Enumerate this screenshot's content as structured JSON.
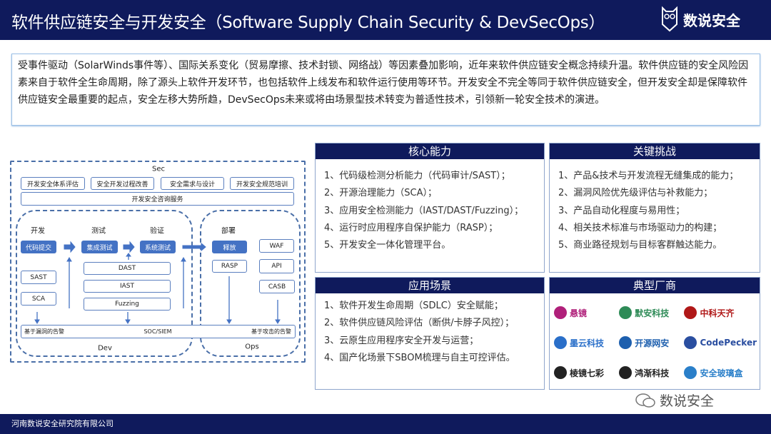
{
  "header": {
    "title": "软件供应链安全与开发安全（Software Supply Chain Security & DevSecOps）",
    "logo_text": "数说安全"
  },
  "intro": "受事件驱动（SolarWinds事件等）、国际关系变化（贸易摩擦、技术封锁、网络战）等因素叠加影响，近年来软件供应链安全概念持续升温。软件供应链的安全风险因素来自于软件全生命周期，除了源头上软件开发环节，也包括软件上线发布和软件运行使用等环节。开发安全不完全等同于软件供应链安全，但开发安全却是保障软件供应链安全最重要的起点，安全左移大势所趋，DevSecOps未来或将由场景型技术转变为普适性技术，引领新一轮安全技术的演进。",
  "diagram": {
    "sec": "Sec",
    "sec_items": [
      "开发安全体系评估",
      "安全开发过程改善",
      "安全需求与设计",
      "开发安全规范培训"
    ],
    "consult": "开发安全咨询服务",
    "stages": [
      "开发",
      "测试",
      "验证",
      "部署"
    ],
    "flow": [
      "代码提交",
      "集成测试",
      "系统测试",
      "释放"
    ],
    "ops_tools": [
      "WAF",
      "RASP",
      "API",
      "CASB"
    ],
    "static_tools": [
      "SAST",
      "SCA"
    ],
    "test_tools": [
      "DAST",
      "IAST",
      "Fuzzing"
    ],
    "bottom": {
      "left": "基于漏洞的告警",
      "center": "SOC/SIEM",
      "right": "基于攻击的告警"
    },
    "dev": "Dev",
    "ops": "Ops"
  },
  "core": {
    "title": "核心能力",
    "items": [
      "1、代码级检测分析能力（代码审计/SAST）；",
      "2、开源治理能力（SCA）；",
      "3、应用安全检测能力（IAST/DAST/Fuzzing）；",
      "4、运行时应用程序自保护能力（RASP）；",
      "5、开发安全一体化管理平台。"
    ]
  },
  "challenges": {
    "title": "关键挑战",
    "items": [
      "1、产品&技术与开发流程无缝集成的能力；",
      "2、漏洞风险优先级评估与补救能力；",
      "3、产品自动化程度与易用性；",
      "4、相关技术标准与市场驱动力的构建；",
      "5、商业路径规划与目标客群触达能力。"
    ]
  },
  "scenarios": {
    "title": "应用场景",
    "items": [
      "1、软件开发生命周期（SDLC）安全赋能；",
      "2、软件供应链风险评估（断供/卡脖子风控）；",
      "3、云原生应用程序安全开发与运营；",
      "4、国产化场景下SBOM梳理与自主可控评估。"
    ]
  },
  "vendors": {
    "title": "典型厂商",
    "items": [
      {
        "name": "悬镜",
        "color": "#b0207a"
      },
      {
        "name": "默安科技",
        "color": "#2e8b57"
      },
      {
        "name": "中科天齐",
        "color": "#b01818"
      },
      {
        "name": "墨云科技",
        "color": "#2a6fc9"
      },
      {
        "name": "开源网安",
        "color": "#1d5fae"
      },
      {
        "name": "CodePecker",
        "color": "#2a4ea0"
      },
      {
        "name": "棱镜七彩",
        "color": "#222222"
      },
      {
        "name": "鸿渐科技",
        "color": "#222222"
      },
      {
        "name": "安全玻璃盒",
        "color": "#2a7fc9"
      }
    ]
  },
  "footer": "河南数说安全研究院有限公司",
  "watermark": "数说安全",
  "colors": {
    "navy": "#0f1a5c",
    "blue": "#4472c4"
  }
}
